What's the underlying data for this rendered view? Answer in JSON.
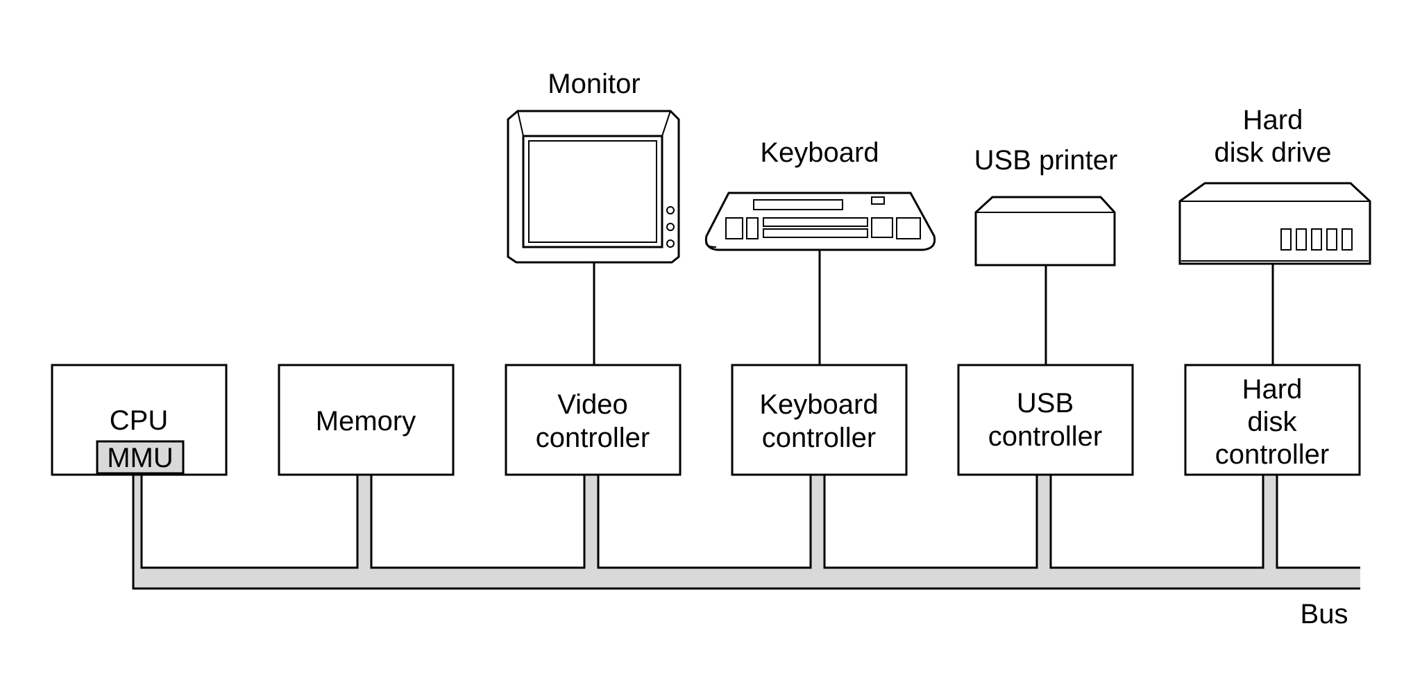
{
  "components": [
    {
      "id": "cpu",
      "lines": [
        "CPU"
      ],
      "sub": "MMU"
    },
    {
      "id": "memory",
      "lines": [
        "Memory"
      ]
    },
    {
      "id": "video-controller",
      "lines": [
        "Video",
        "controller"
      ]
    },
    {
      "id": "keyboard-controller",
      "lines": [
        "Keyboard",
        "controller"
      ]
    },
    {
      "id": "usb-controller",
      "lines": [
        "USB",
        "controller"
      ]
    },
    {
      "id": "hard-disk-controller",
      "lines": [
        "Hard",
        "disk",
        "controller"
      ]
    }
  ],
  "devices": [
    {
      "id": "monitor",
      "lines": [
        "Monitor"
      ],
      "icon": "monitor-icon"
    },
    {
      "id": "keyboard",
      "lines": [
        "Keyboard"
      ],
      "icon": "keyboard-icon"
    },
    {
      "id": "usb-printer",
      "lines": [
        "USB printer"
      ],
      "icon": "printer-icon"
    },
    {
      "id": "hard-disk-drive",
      "lines": [
        "Hard",
        "disk drive"
      ],
      "icon": "hard-disk-drive-icon"
    }
  ],
  "bus_label": "Bus",
  "colors": {
    "bus": "#d9d9d9",
    "mmu": "#d9d9d9",
    "line": "#000000"
  }
}
